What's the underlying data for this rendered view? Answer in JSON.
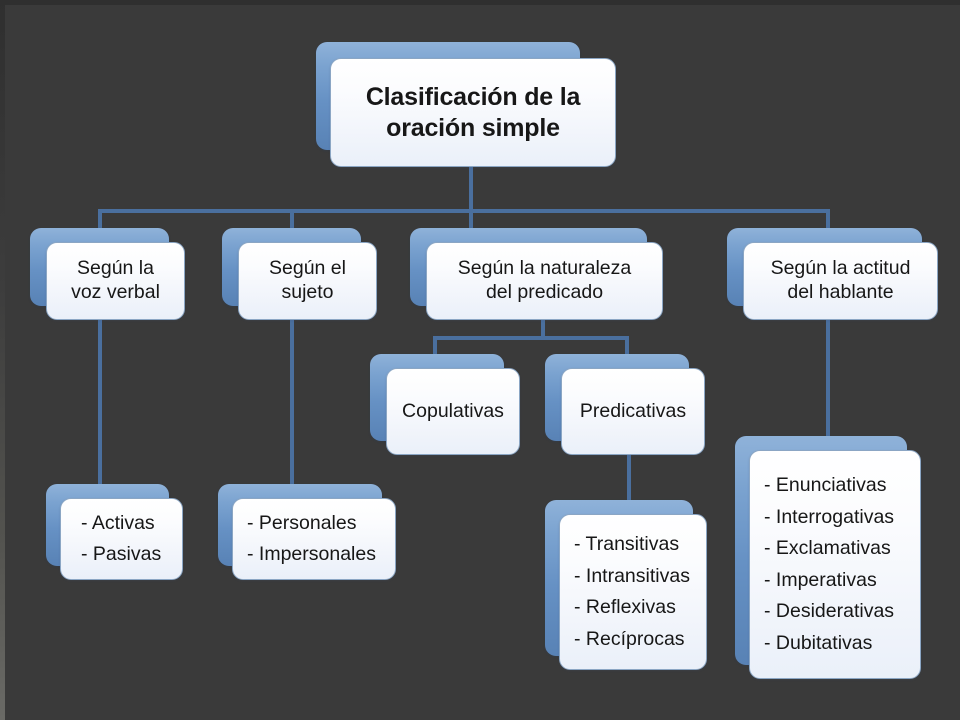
{
  "diagram": {
    "title": "Clasificación de la oración simple",
    "accent_color": "#4a6f9e",
    "card_back_color": "#6691c4",
    "card_front_color": "#f2f5fb"
  },
  "root": {
    "label": "Clasificación de la\noración simple",
    "line1": "Clasificación de la",
    "line2": "oración simple"
  },
  "branches": [
    {
      "id": "voz-verbal",
      "line1": "Según la",
      "line2": "voz verbal",
      "items": [
        "- Activas",
        "- Pasivas"
      ]
    },
    {
      "id": "sujeto",
      "line1": "Según el",
      "line2": "sujeto",
      "items": [
        "- Personales",
        "- Impersonales"
      ]
    },
    {
      "id": "naturaleza-predicado",
      "line1": "Según la naturaleza",
      "line2": "del predicado",
      "children": [
        {
          "id": "copulativas",
          "label": "Copulativas"
        },
        {
          "id": "predicativas",
          "label": "Predicativas",
          "items": [
            "- Transitivas",
            "- Intransitivas",
            "- Reflexivas",
            "- Recíprocas"
          ]
        }
      ]
    },
    {
      "id": "actitud-hablante",
      "line1": "Según la actitud",
      "line2": "del hablante",
      "items": [
        "- Enunciativas",
        "- Interrogativas",
        "- Exclamativas",
        "- Imperativas",
        "- Desiderativas",
        "- Dubitativas"
      ]
    }
  ]
}
